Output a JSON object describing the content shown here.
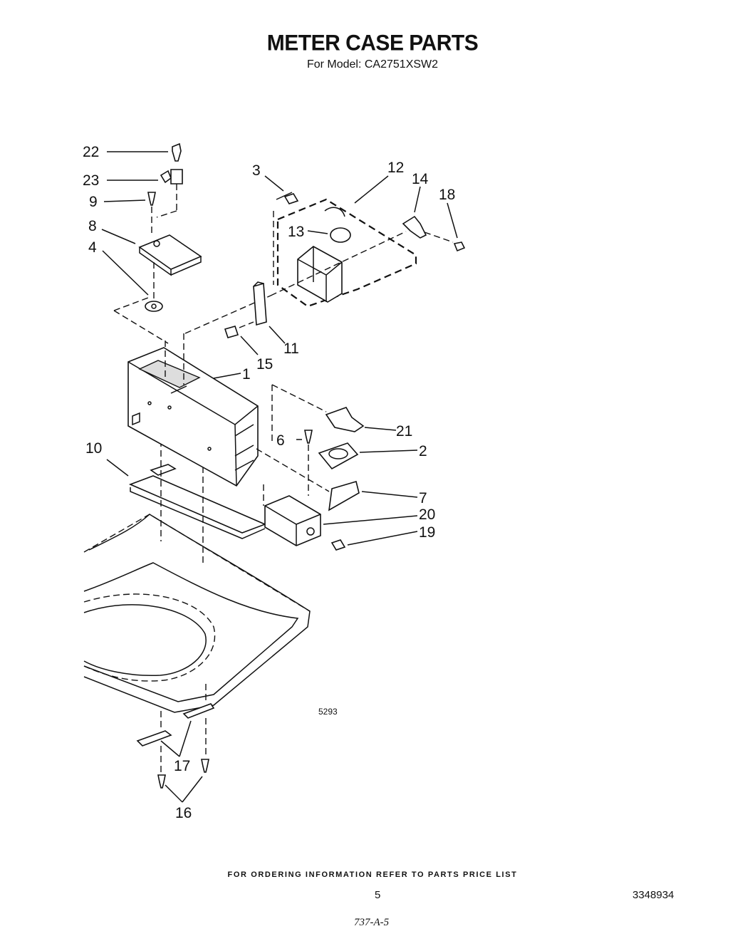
{
  "title": "METER CASE PARTS",
  "subtitle": "For Model: CA2751XSW2",
  "callouts": {
    "c1": "1",
    "c2": "2",
    "c3": "3",
    "c4": "4",
    "c6": "6",
    "c7": "7",
    "c8": "8",
    "c9": "9",
    "c10": "10",
    "c11": "11",
    "c12": "12",
    "c13": "13",
    "c14": "14",
    "c15": "15",
    "c16": "16",
    "c17": "17",
    "c18": "18",
    "c19": "19",
    "c20": "20",
    "c21": "21",
    "c22": "22",
    "c23": "23"
  },
  "reference_code": "5293",
  "footer": {
    "ordering_note": "FOR ORDERING INFORMATION REFER TO PARTS PRICE LIST",
    "page_number": "5",
    "document_number": "3348934",
    "handwritten_note": "737-A-5"
  }
}
